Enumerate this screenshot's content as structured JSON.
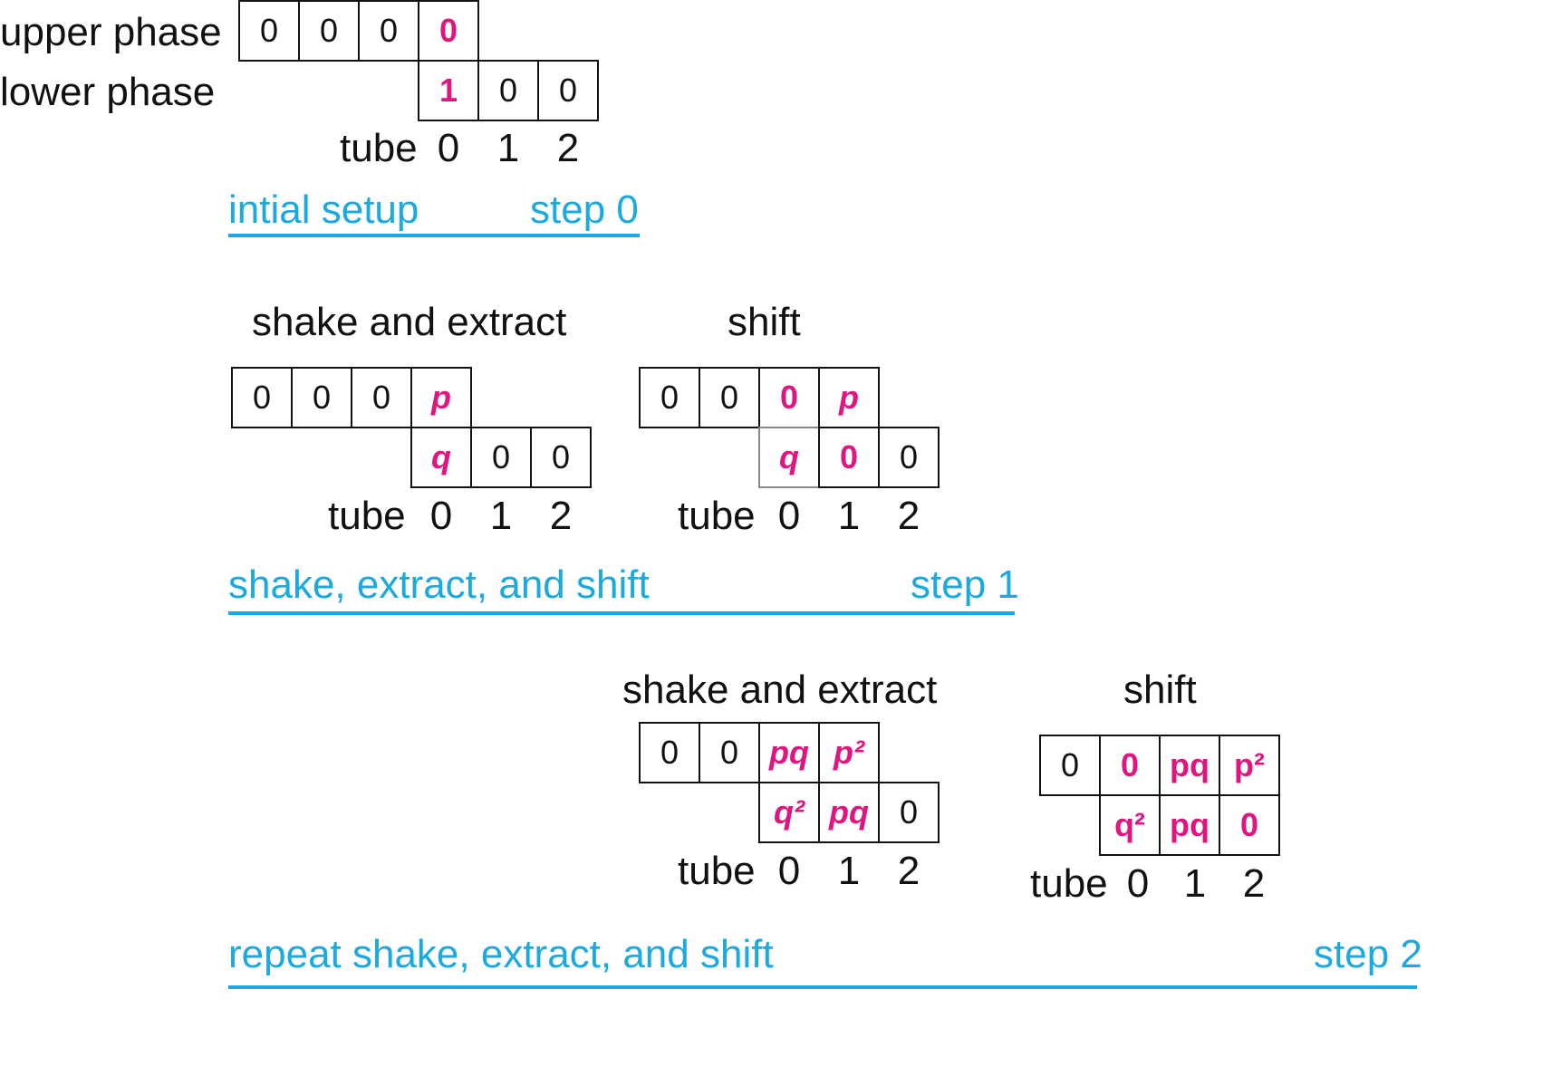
{
  "labels": {
    "upper_phase": "upper phase",
    "lower_phase": "lower phase",
    "tube": "tube"
  },
  "tube_numbers": [
    "0",
    "1",
    "2"
  ],
  "step0": {
    "caption": "intial setup",
    "step": "step 0",
    "upper": [
      "0",
      "0",
      "0",
      "0"
    ],
    "lower": [
      "1",
      "0",
      "0"
    ]
  },
  "step1": {
    "caption": "shake, extract, and shift",
    "step": "step 1",
    "extract": {
      "title": "shake and extract",
      "upper": [
        "0",
        "0",
        "0",
        "p"
      ],
      "lower": [
        "q",
        "0",
        "0"
      ]
    },
    "shift": {
      "title": "shift",
      "upper": [
        "0",
        "0",
        "0",
        "p"
      ],
      "lower": [
        "q",
        "0",
        "0"
      ]
    }
  },
  "step2": {
    "caption": "repeat shake, extract, and shift",
    "step": "step 2",
    "extract": {
      "title": "shake and extract",
      "upper": [
        "0",
        "0",
        "pq",
        "p²"
      ],
      "lower": [
        "q²",
        "pq",
        "0"
      ]
    },
    "shift": {
      "title": "shift",
      "upper": [
        "0",
        "0",
        "pq",
        "p²"
      ],
      "lower": [
        "q²",
        "pq",
        "0"
      ]
    }
  },
  "colors": {
    "accent_text": "#1aa9e0",
    "highlight": "#e0157f",
    "box_border": "#111111"
  }
}
